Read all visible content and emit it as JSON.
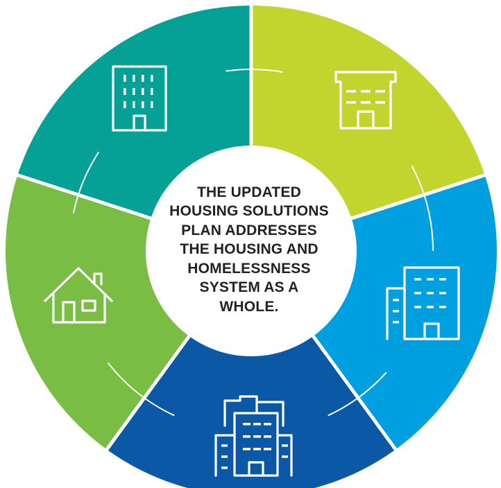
{
  "center_text_lines": [
    "THE UPDATED",
    "HOUSING SOLUTIONS",
    "PLAN ADDRESSES",
    "THE HOUSING AND",
    "HOMELESSNESS",
    "SYSTEM AS A",
    "WHOLE."
  ],
  "segments": [
    {
      "id": "lime",
      "color": "#c2d52f",
      "icon": "apartment-building-icon"
    },
    {
      "id": "light-blue",
      "color": "#00a0e0",
      "icon": "office-buildings-icon"
    },
    {
      "id": "dark-blue",
      "color": "#0a58a6",
      "icon": "city-buildings-icon"
    },
    {
      "id": "green",
      "color": "#7abd45",
      "icon": "house-icon"
    },
    {
      "id": "teal",
      "color": "#05a096",
      "icon": "tower-building-icon"
    }
  ]
}
